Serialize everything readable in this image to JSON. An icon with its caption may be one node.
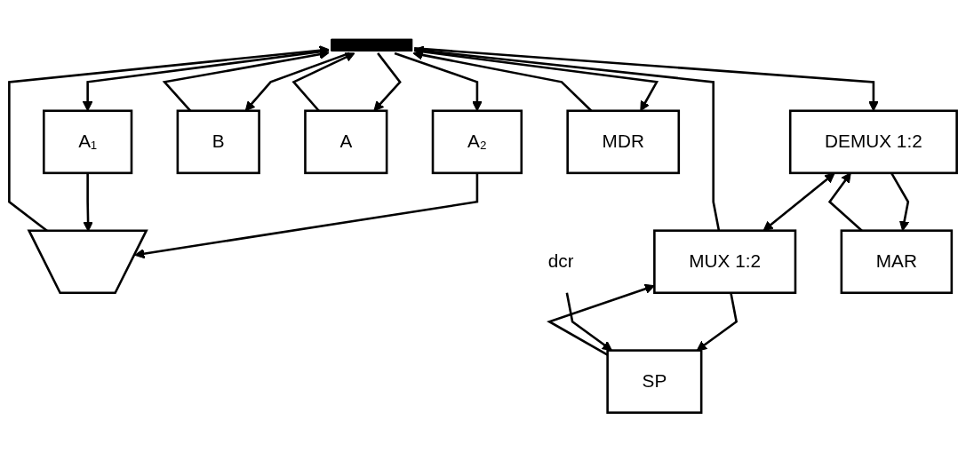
{
  "diagram": {
    "nodes": [
      {
        "text": [],
        "shape": "bar"
      },
      {
        "text": [
          "A₂"
        ]
      },
      {
        "text": [
          "A₁"
        ]
      },
      {
        "text": [],
        "shape": "trapezoid"
      },
      {
        "text": [
          "B"
        ]
      },
      {
        "text": [
          "A"
        ]
      },
      {
        "text": [
          "MUX 1:2"
        ]
      },
      {
        "text": [
          "DEMUX 1:2"
        ]
      },
      {
        "text": [
          "dcr"
        ]
      },
      {
        "text": [
          "SP"
        ]
      },
      {
        "text": [
          "MAR"
        ]
      },
      {
        "text": [
          "MDR"
        ]
      }
    ],
    "edges": [
      {
        "from": 0,
        "to": 1,
        "arrow": "to"
      },
      {
        "from": 0,
        "to": 2,
        "arrow": "to"
      },
      {
        "from": 1,
        "to": 3,
        "arrow": "to"
      },
      {
        "from": 2,
        "to": 3,
        "arrow": "to"
      },
      {
        "from": 3,
        "to": 0,
        "arrow": "to"
      },
      {
        "from": 0,
        "to": 4,
        "arrow": "to"
      },
      {
        "from": 4,
        "to": 0,
        "arrow": "to"
      },
      {
        "from": 0,
        "to": 5,
        "arrow": "to"
      },
      {
        "from": 5,
        "to": 0,
        "arrow": "to"
      },
      {
        "from": 6,
        "to": 0,
        "arrow": "to"
      },
      {
        "from": 0,
        "to": 7,
        "arrow": "to"
      },
      {
        "from": 6,
        "to": 9,
        "arrow": "to"
      },
      {
        "from": 9,
        "to": 6,
        "arrow": "to"
      },
      {
        "from": 8,
        "to": 9,
        "arrow": "to"
      },
      {
        "from": 7,
        "to": 10,
        "arrow": "to"
      },
      {
        "from": 10,
        "to": 7,
        "arrow": "to"
      },
      {
        "from": 6,
        "to": 7,
        "arrow": "both"
      },
      {
        "from": 0,
        "to": 11,
        "arrow": "to"
      },
      {
        "from": 11,
        "to": 0,
        "arrow": "to"
      }
    ]
  }
}
